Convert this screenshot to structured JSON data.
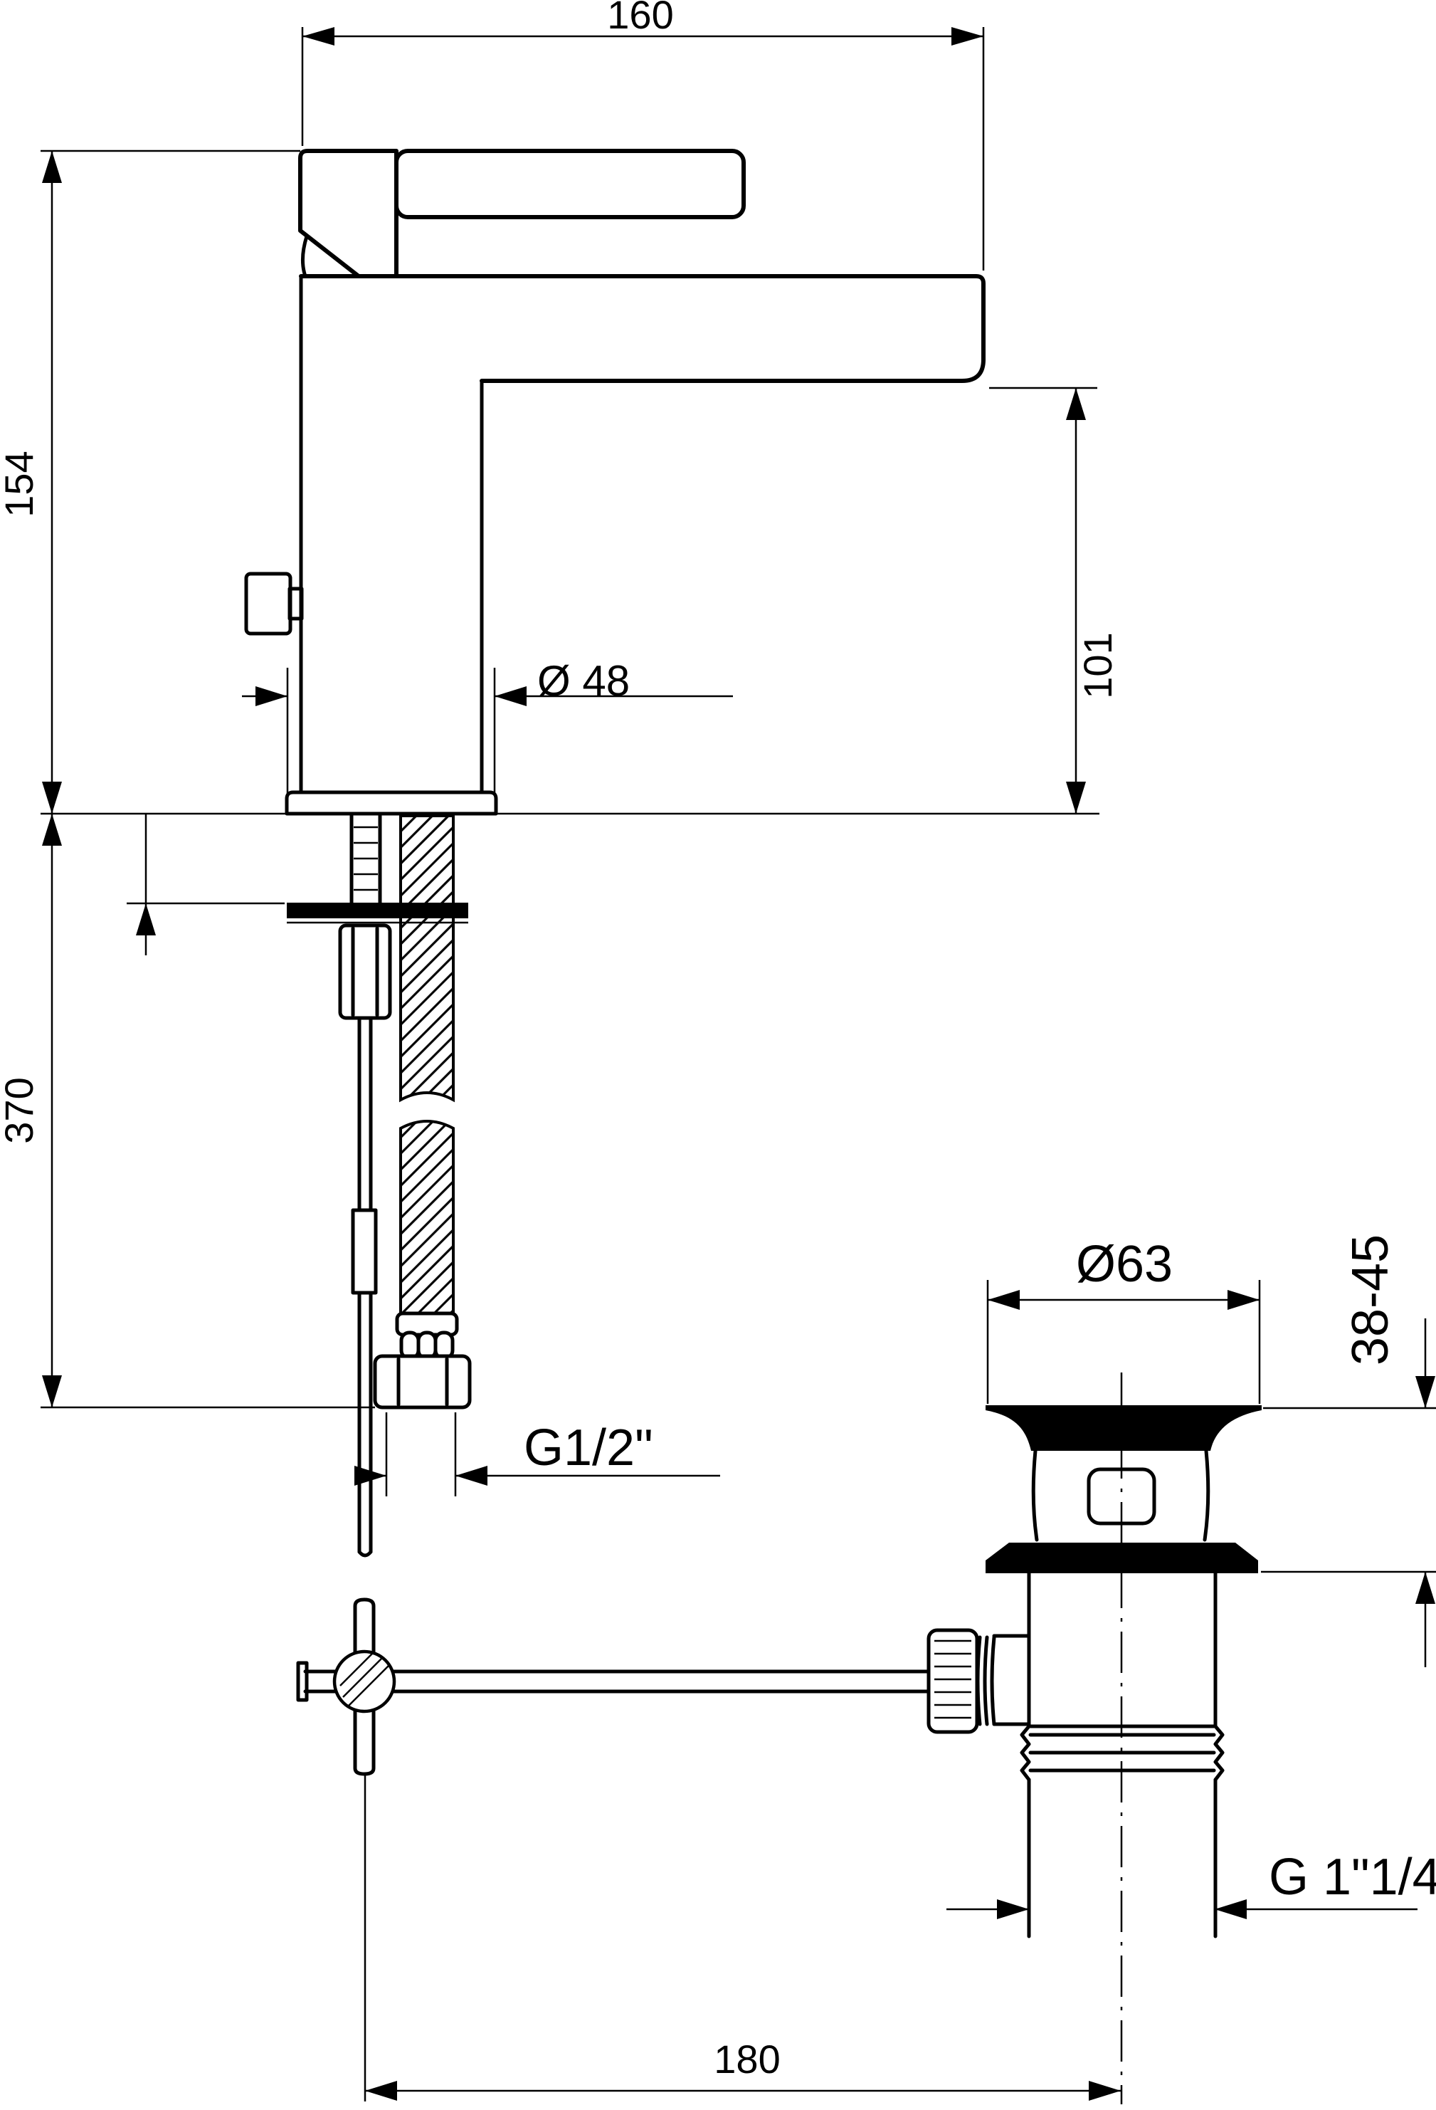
{
  "drawing": {
    "type": "technical-drawing",
    "subject": "single-lever basin mixer with pop-up waste, dimensioned installation drawing",
    "line_color": "#000000",
    "background_color": "#ffffff",
    "dims": {
      "reach": "160",
      "height": "154",
      "spout_height": "101",
      "base_diameter": "Ø 48",
      "below_deck": "370",
      "supply_thread": "G1/2\"",
      "waste_flange_diameter": "Ø63",
      "deck_range": "38-45",
      "waste_thread": "G 1\"1/4",
      "rod_offset": "180"
    }
  }
}
